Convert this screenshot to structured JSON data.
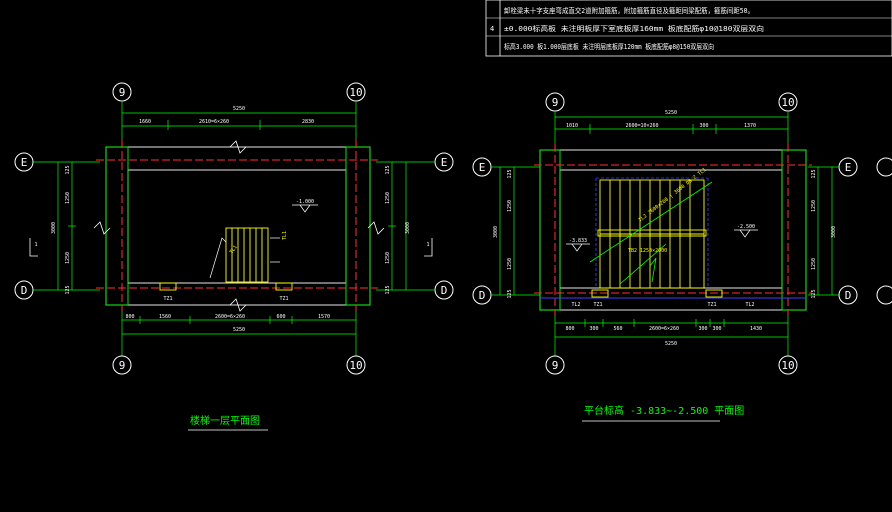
{
  "notes": {
    "lines": [
      "卸栓梁未十字支座弯成直交2道附加箍筋，附加箍筋直径及箍距同梁配筋，箍筋间距50。",
      "±0.000标高板 未注明板厚下室底板厚160mm 板底配筋φ10@180双层双向",
      "标高3.000 板1.000层底板 未注明层底板厚120mm 板底配筋φ8@150双层双向"
    ],
    "row_index": "4"
  },
  "plan_left": {
    "title": "楼梯一层平面图",
    "axes": {
      "top_left": "9",
      "top_right": "10",
      "left_top": "E",
      "left_bottom": "D",
      "right_top": "E",
      "right_bottom": "D",
      "bottom_left": "9",
      "bottom_right": "10"
    },
    "dim_overall": "5250",
    "dim_top_segments": [
      "1660",
      "2610=6×260",
      "2830"
    ],
    "dim_bottom_overall": "5250",
    "dim_bottom_segments": [
      "800",
      "1560",
      "2600=6×260",
      "600",
      "1570"
    ],
    "dim_left_overall": "3000",
    "dim_left_segments": [
      "125",
      "1250",
      "1250",
      "125"
    ],
    "dim_right_overall": "3000",
    "dim_right_segments": [
      "125",
      "1250",
      "1250",
      "125"
    ],
    "level": "-1.000",
    "beam_tags": [
      "TZ1",
      "TZ1"
    ],
    "section_mark": "1",
    "stair_tag": "TL1"
  },
  "plan_right": {
    "title": "平台标高 -3.833~-2.500 平面图",
    "axes": {
      "top_left": "9",
      "top_right": "10",
      "left_top": "E",
      "left_bottom": "D",
      "right_top": "E",
      "right_bottom": "D",
      "bottom_left": "9",
      "bottom_right": "10"
    },
    "dim_overall": "5250",
    "dim_top_segments": [
      "1010",
      "2600=10×260",
      "300",
      "1370"
    ],
    "dim_bottom_overall": "5250",
    "dim_bottom_segments": [
      "800",
      "300",
      "560",
      "2600=6×260",
      "300",
      "300",
      "1430"
    ],
    "dim_left_overall": "3000",
    "dim_left_segments": [
      "125",
      "1250",
      "1250",
      "125"
    ],
    "dim_right_overall": "3000",
    "dim_right_segments": [
      "125",
      "1250",
      "1250",
      "125"
    ],
    "levels": [
      "-3.833",
      "-2.500"
    ],
    "beam_tags": [
      "TL2",
      "TZ1",
      "TZ1",
      "TL2"
    ],
    "stair_label": "TL2 2600×260 | 3600 DS 2 TL1",
    "flight_label": "TB2 1250×2000"
  },
  "colors": {
    "background": "#000000",
    "wall": "#00ff00",
    "grid_red": "#ff3030",
    "dim": "#00ff00",
    "stair": "#ffff00",
    "blue": "#4040ff",
    "text": "#ffffff",
    "title": "#00ff00"
  }
}
